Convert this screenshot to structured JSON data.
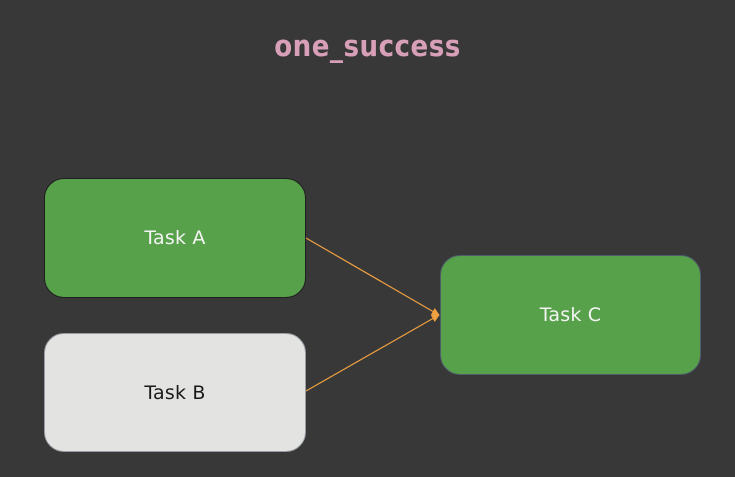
{
  "diagram": {
    "title": "one_success",
    "nodes": [
      {
        "id": "task-a",
        "label": "Task A",
        "status": "success",
        "fill": "#57a14a"
      },
      {
        "id": "task-b",
        "label": "Task B",
        "status": "none",
        "fill": "#e3e3e1"
      },
      {
        "id": "task-c",
        "label": "Task C",
        "status": "success",
        "fill": "#57a14a"
      }
    ],
    "edges": [
      {
        "from": "Task A",
        "to": "Task C"
      },
      {
        "from": "Task B",
        "to": "Task C"
      }
    ],
    "colors": {
      "background": "#383838",
      "title": "#d8a0b8",
      "edge": "#f0a040"
    }
  }
}
